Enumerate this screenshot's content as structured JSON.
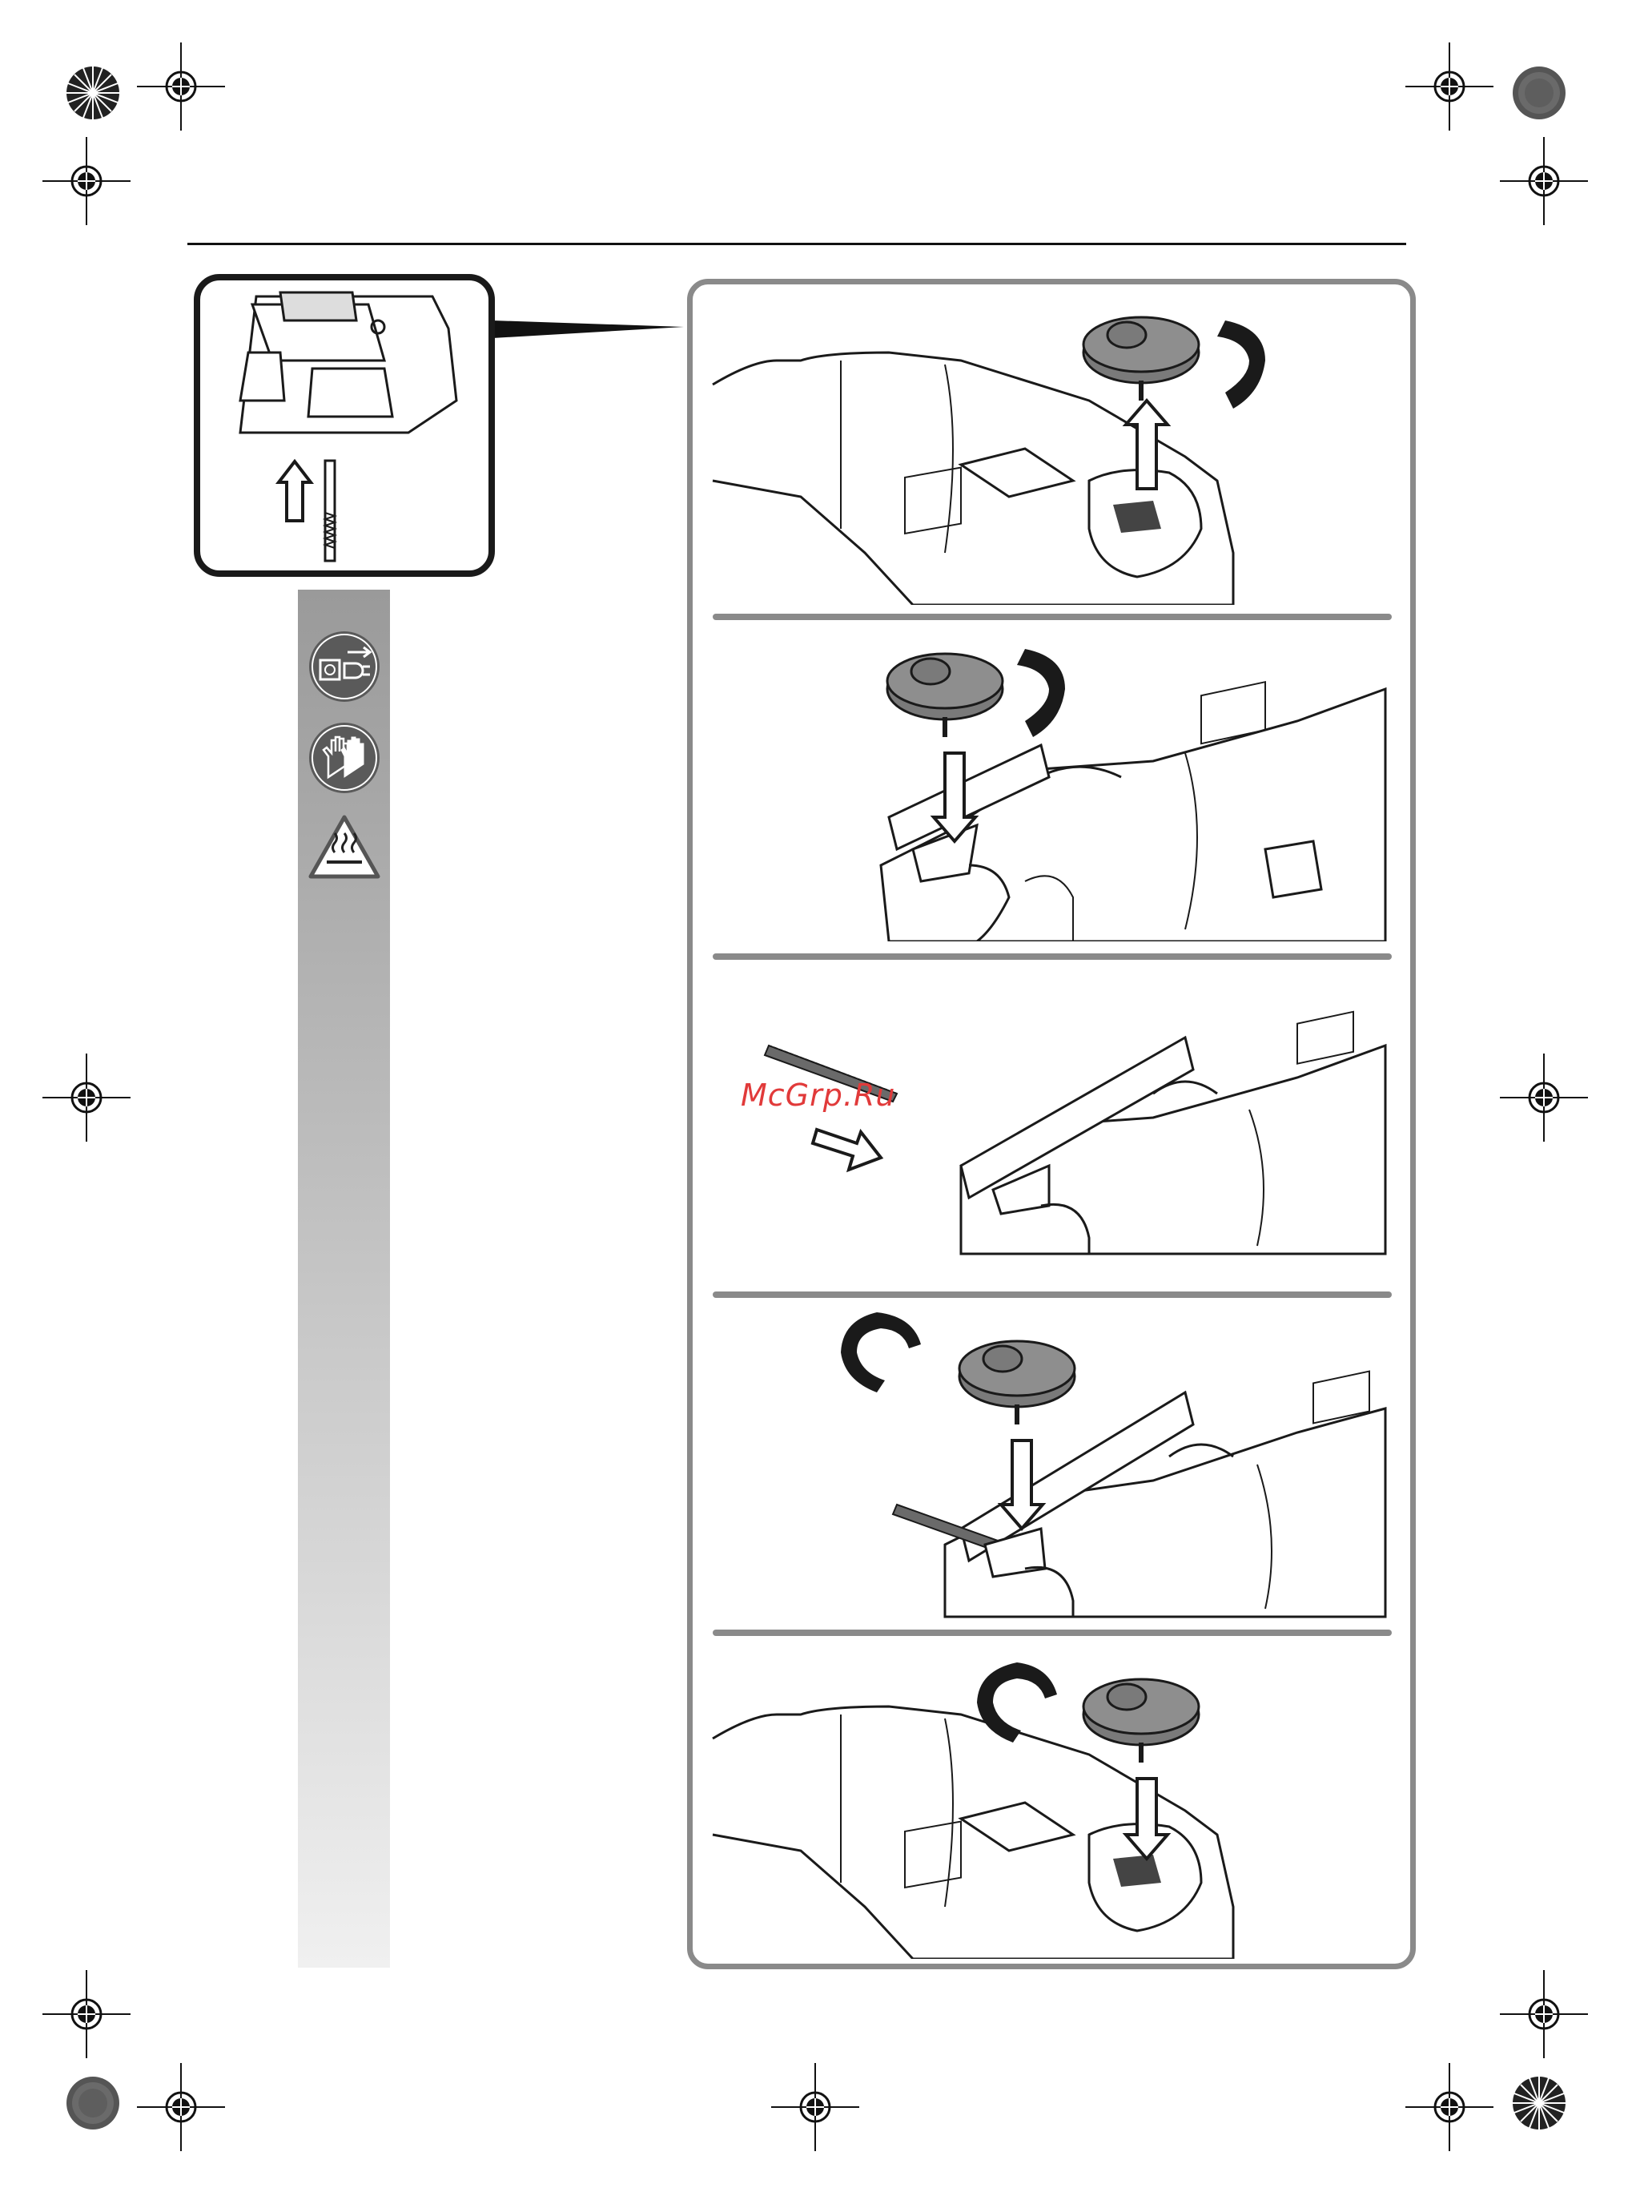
{
  "watermark": {
    "text": "McGrp.Ru",
    "color": "#e13a3a"
  },
  "colors": {
    "frame": "#8a8a8a",
    "ink": "#1a1a1a",
    "knob": "#7a7a7a",
    "sidebar_top": "#9a9a9a",
    "sidebar_bottom": "#f0f0f0"
  },
  "sidebar_icons": [
    "unplug-before-work-icon",
    "wear-gloves-icon",
    "hot-surface-warning-icon"
  ],
  "steps": [
    {
      "action": "remove-cap",
      "arrow": "up"
    },
    {
      "action": "insert-cap",
      "arrow": "down"
    },
    {
      "action": "insert-blade",
      "arrow": "right"
    },
    {
      "action": "lock-cap",
      "arrow": "down"
    },
    {
      "action": "close-cap",
      "arrow": "down"
    }
  ]
}
